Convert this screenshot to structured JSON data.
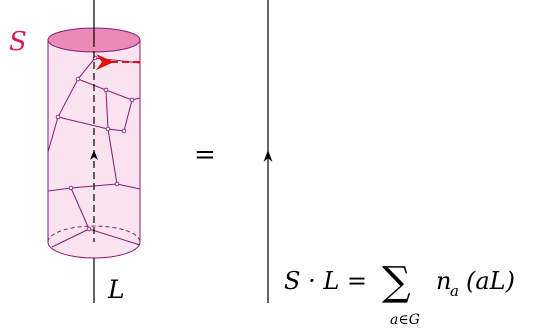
{
  "labels": {
    "surface": "S",
    "line": "L",
    "equals": "=",
    "equation_lhs": "S · L = ",
    "equation_sum": "∑",
    "equation_summand": "n",
    "equation_summand_sub": "a",
    "equation_rhs": "(aL)",
    "sum_index": "a∈G"
  },
  "colors": {
    "surface_fill": "#fbe4ef",
    "surface_top": "#e98bb6",
    "surface_stroke": "#8a1a7a",
    "network": "#8a1a7a",
    "label_s": "#d81b60",
    "arrow_red": "#e01010",
    "line": "#000000"
  }
}
